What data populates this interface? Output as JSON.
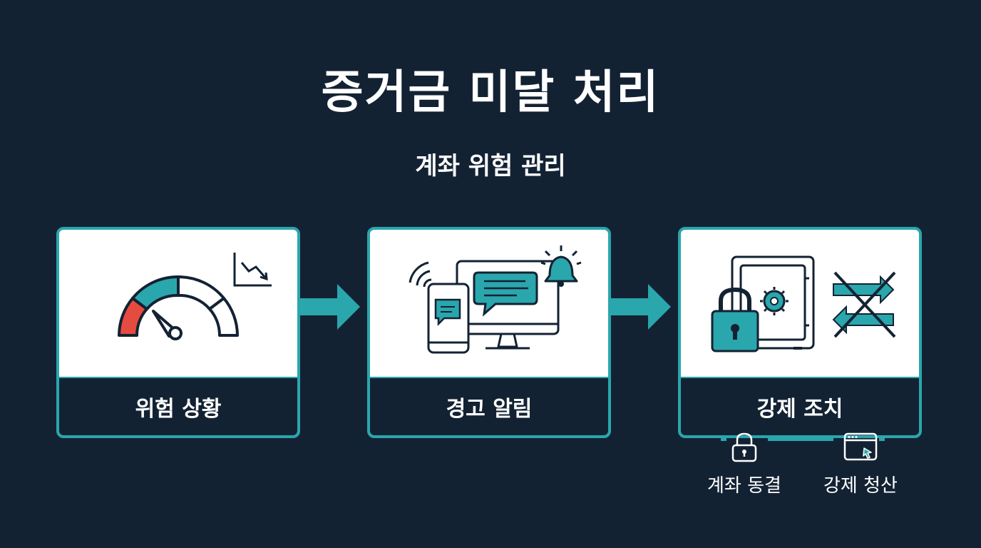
{
  "title": "증거금 미달 처리",
  "subtitle": "계좌 위험 관리",
  "steps": [
    {
      "label": "위험 상황",
      "icon": "gauge-icon"
    },
    {
      "label": "경고 알림",
      "icon": "devices-alert-icon"
    },
    {
      "label": "강제 조치",
      "icon": "lock-safe-icon"
    }
  ],
  "sub_actions": [
    {
      "label": "계좌 동결",
      "icon": "padlock-icon"
    },
    {
      "label": "강제 청산",
      "icon": "browser-cursor-icon"
    }
  ],
  "colors": {
    "background": "#132233",
    "accent": "#2aa6ad",
    "danger": "#e64b40",
    "card": "#ffffff",
    "ink": "#132233"
  }
}
